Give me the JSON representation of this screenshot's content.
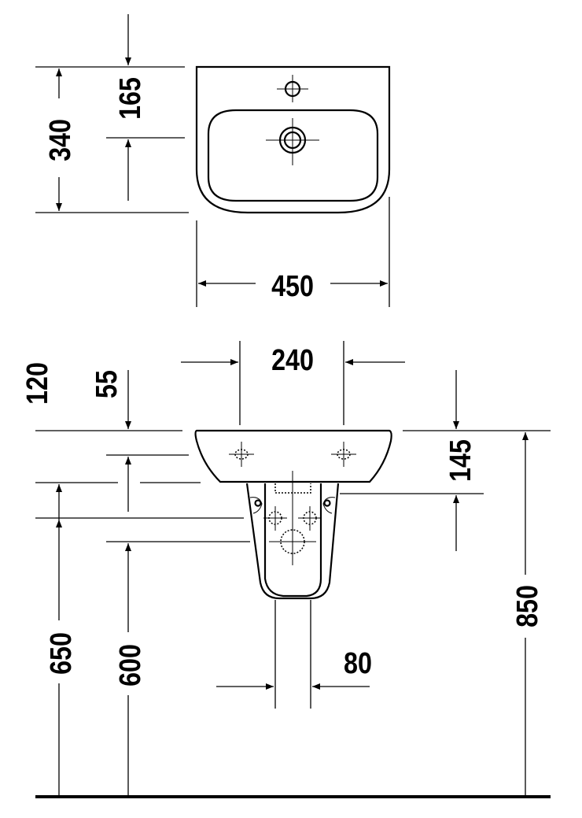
{
  "title": "Washbasin with pedestal - dimension drawing",
  "top_view": {
    "depth": "340",
    "tap_hole_offset": "165",
    "width": "450"
  },
  "front_view": {
    "tap_spacing": "240",
    "rim_height_offset": "120",
    "tap_offset": "55",
    "basin_depth": "145",
    "rim_height": "850",
    "waste_height_1": "650",
    "waste_height_2": "600",
    "pedestal_width": "80"
  }
}
